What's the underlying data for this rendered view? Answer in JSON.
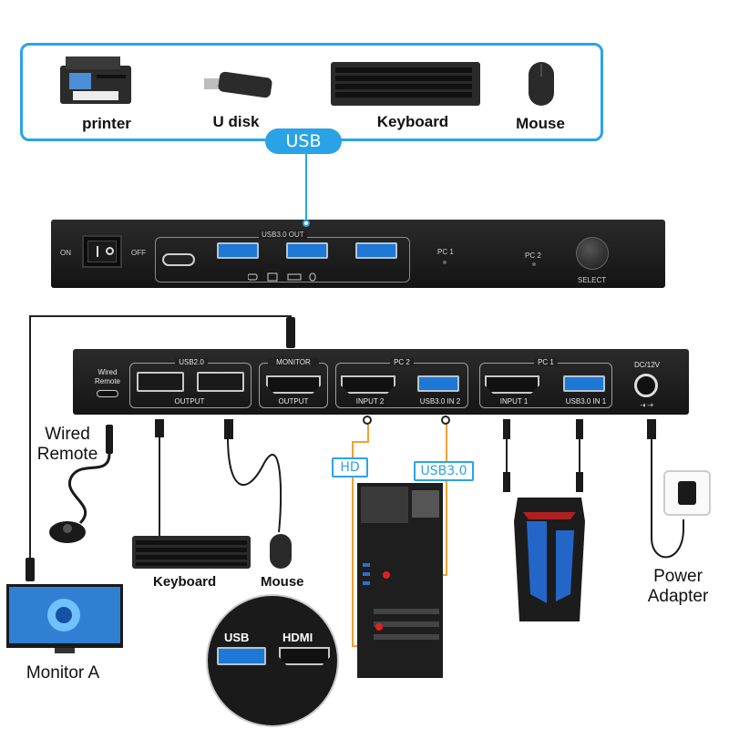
{
  "usb_devices": {
    "items": [
      {
        "label": "printer",
        "icon": "printer-icon"
      },
      {
        "label": "U disk",
        "icon": "usb-flash-drive-icon"
      },
      {
        "label": "Keyboard",
        "icon": "keyboard-icon"
      },
      {
        "label": "Mouse",
        "icon": "mouse-icon"
      }
    ],
    "connector_label": "USB"
  },
  "front_panel": {
    "on": "ON",
    "off": "OFF",
    "usb_out": "USB3.0 OUT",
    "pc1": "PC 1",
    "pc2": "PC 2",
    "select": "SELECT"
  },
  "back_panel": {
    "wired_remote": "Wired\nRemote",
    "usb20": "USB2.0",
    "output": "OUTPUT",
    "monitor": "MONITOR",
    "monitor_output": "OUTPUT",
    "pc2": "PC 2",
    "input2": "INPUT 2",
    "usb30_in2": "USB3.0 IN 2",
    "pc1": "PC 1",
    "input1": "INPUT 1",
    "usb30_in1": "USB3.0 IN 1",
    "dc": "DC/12V"
  },
  "labels": {
    "wired_remote": "Wired\nRemote",
    "keyboard": "Keyboard",
    "mouse": "Mouse",
    "monitor_a": "Monitor A",
    "power_adapter": "Power\nAdapter",
    "hd_tag": "HD",
    "usb30_tag": "USB3.0",
    "inset_usb": "USB",
    "inset_hdmi": "HDMI"
  },
  "colors": {
    "accent_blue": "#2aa3e6",
    "cable_orange": "#f0a030",
    "port_blue": "#1e78d6"
  }
}
